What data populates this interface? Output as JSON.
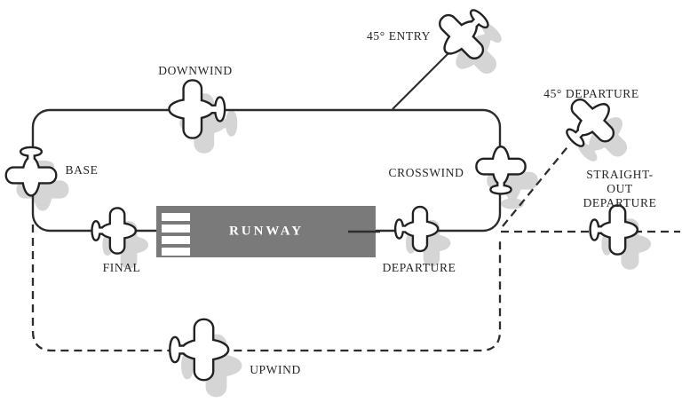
{
  "diagram": {
    "labels": {
      "entry45": "45° ENTRY",
      "downwind": "DOWNWIND",
      "departure45": "45° DEPARTURE",
      "crosswind": "CROSSWIND",
      "base": "BASE",
      "straight_out_line1": "STRAIGHT-OUT",
      "straight_out_line2": "DEPARTURE",
      "runway": "RUNWAY",
      "final": "FINAL",
      "departure": "DEPARTURE",
      "upwind": "UPWIND"
    },
    "colors": {
      "line": "#2d2d2d",
      "runway_fill": "#7a7a7a",
      "runway_text": "#ffffff",
      "threshold_stripes": "#ffffff",
      "plane_fill": "#ffffff",
      "plane_outline": "#222222",
      "shadow": "#d5d5d5",
      "background": "#ffffff"
    }
  }
}
